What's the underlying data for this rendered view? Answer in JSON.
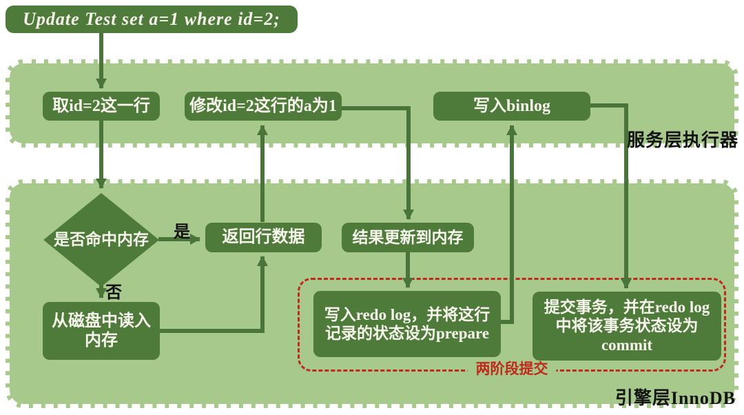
{
  "colors": {
    "panel_green": "#a7ca8c",
    "node_green": "#4e7a3a",
    "arrow_green": "#4a753a",
    "two_phase_red": "#c0281c",
    "label_black": "#141414",
    "node_text": "#f6f6ec"
  },
  "sql": {
    "text": "Update Test set a=1 where id=2;"
  },
  "panels": {
    "server": {
      "label": "服务层执行器"
    },
    "engine": {
      "label": "引擎层InnoDB"
    }
  },
  "nodes": {
    "fetch_row": "取id=2这一行",
    "modify_row": "修改id=2这行的a为1",
    "write_binlog": "写入binlog",
    "memory_hit": "是否命中内存",
    "return_row": "返回行数据",
    "update_memory": "结果更新到内存",
    "read_disk": "从磁盘中读入内存",
    "write_redo": "写入redo log，并将这行记录的状态设为prepare",
    "commit_txn": "提交事务，并在redo log中将该事务状态设为commit"
  },
  "edge_labels": {
    "yes": "是",
    "no": "否"
  },
  "two_phase": {
    "label": "两阶段提交"
  }
}
